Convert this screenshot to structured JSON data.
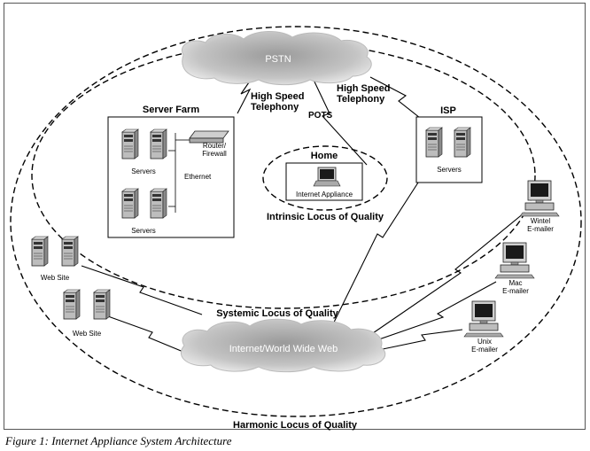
{
  "clouds": {
    "pstn": "PSTN",
    "internet": "Internet/World Wide Web"
  },
  "boxes": {
    "server_farm": {
      "title": "Server Farm",
      "servers_top": "Servers",
      "servers_bottom": "Servers",
      "router": "Router/\nFirewall",
      "ethernet": "Ethernet"
    },
    "isp": {
      "title": "ISP",
      "servers": "Servers"
    },
    "home": {
      "title": "Home",
      "device": "Internet Appliance"
    }
  },
  "links": {
    "hst_left": "High Speed\nTelephony",
    "hst_right": "High Speed\nTelephony",
    "pots": "POTS"
  },
  "loci": {
    "intrinsic": "Intrinsic Locus of Quality",
    "systemic": "Systemic Locus of Quality",
    "harmonic": "Harmonic Locus of Quality"
  },
  "web_sites": [
    "Web Site",
    "Web Site"
  ],
  "emailers": [
    "Wintel\nE-mailer",
    "Mac\nE-mailer",
    "Unix\nE-mailer"
  ],
  "caption": "Figure 1: Internet Appliance System Architecture"
}
